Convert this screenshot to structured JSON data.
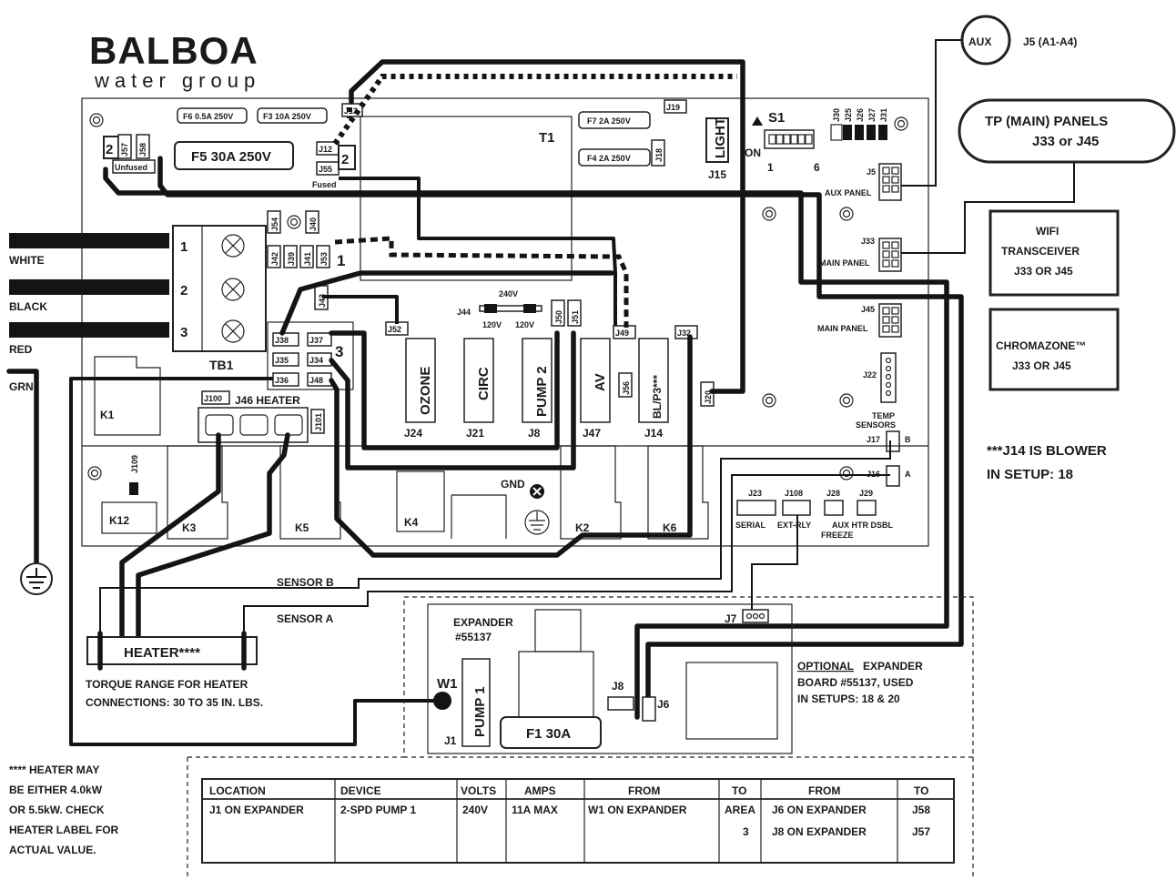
{
  "logo": {
    "brand": "BALBOA",
    "tagline": "water group"
  },
  "terminal_block": {
    "label": "TB1",
    "positions": [
      "1",
      "2",
      "3"
    ],
    "wires": [
      "WHITE",
      "BLACK",
      "RED",
      "GRN"
    ]
  },
  "fuses": {
    "f6": "F6 0.5A 250V",
    "f3": "F3 10A 250V",
    "f5": "F5 30A 250V",
    "f7": "F7 2A 250V",
    "f4": "F4 2A 250V"
  },
  "connectors": {
    "j13": "J13",
    "j12": "J12",
    "j55": "J55",
    "j57": "J57",
    "j58": "J58",
    "j19": "J19",
    "j18": "J18",
    "j15": "J15",
    "light": "LIGHT",
    "j54": "J54",
    "j40": "J40",
    "j42": "J42",
    "j39": "J39",
    "j41": "J41",
    "j53": "J53",
    "j43": "J43",
    "j52": "J52",
    "j44": "J44",
    "j49": "J49",
    "j50": "J50",
    "j51": "J51",
    "j56": "J56",
    "j32": "J32",
    "j20": "J20",
    "j38": "J38",
    "j37": "J37",
    "j35": "J35",
    "j34": "J34",
    "j36": "J36",
    "j48": "J48",
    "j100": "J100",
    "j101": "J101",
    "j109": "J109",
    "j30": "J30",
    "j25": "J25",
    "j26": "J26",
    "j27": "J27",
    "j31": "J31",
    "j5": "J5",
    "j33": "J33",
    "j45": "J45",
    "j22": "J22",
    "j17": "J17",
    "j16": "J16",
    "j23": "J23",
    "j108": "J108",
    "j28": "J28",
    "j29": "J29"
  },
  "labels": {
    "unfused": "Unfused",
    "fused": "Fused",
    "num2": "2",
    "num1": "1",
    "num3": "3",
    "t1": "T1",
    "s1": "S1",
    "on": "ON",
    "s1_1": "1",
    "s1_6": "6",
    "v240": "240V",
    "v120a": "120V",
    "v120b": "120V",
    "j46_heater": "J46 HEATER",
    "aux_panel": "AUX PANEL",
    "main_panel_a": "MAIN PANEL",
    "main_panel_b": "MAIN PANEL",
    "temp_sensors": "TEMP SENSORS",
    "b": "B",
    "a": "A",
    "serial": "SERIAL",
    "ext_rly": "EXT-RLY",
    "aux_htr_dsbl": "AUX  HTR DSBL",
    "freeze": "FREEZE",
    "gnd": "GND",
    "sensor_b": "SENSOR B",
    "sensor_a": "SENSOR A",
    "heater": "HEATER****",
    "torque_1": "TORQUE RANGE FOR HEATER",
    "torque_2": "CONNECTIONS: 30 TO 35 IN. LBS."
  },
  "relays": [
    "K1",
    "K12",
    "K3",
    "K5",
    "K4",
    "K2",
    "K6"
  ],
  "devices": [
    {
      "name": "OZONE",
      "conn": "J24"
    },
    {
      "name": "CIRC",
      "conn": "J21"
    },
    {
      "name": "PUMP 2",
      "conn": "J8"
    },
    {
      "name": "AV",
      "conn": "J47"
    },
    {
      "name": "BL/P3***",
      "conn": "J14"
    }
  ],
  "aux_callout": {
    "circle": "AUX",
    "label": "J5 (A1-A4)"
  },
  "tp_panels": {
    "line1": "TP (MAIN) PANELS",
    "line2": "J33 or J45"
  },
  "wifi": {
    "line1": "WIFI",
    "line2": "TRANSCEIVER",
    "line3": "J33 OR J45"
  },
  "chromazone": {
    "line1": "CHROMAZONE™",
    "line2": "J33 OR J45"
  },
  "blower_note": {
    "line1": "***J14 IS BLOWER",
    "line2": "IN SETUP:  18"
  },
  "expander": {
    "title_1": "EXPANDER",
    "title_2": "#55137",
    "j7": "J7",
    "j8": "J8",
    "j6": "J6",
    "j1": "J1",
    "w1": "W1",
    "pump": "PUMP 1",
    "fuse": "F1 30A"
  },
  "optional_note": {
    "line1a": "OPTIONAL",
    "line1b": " EXPANDER",
    "line2": "BOARD #55137, USED",
    "line3": "IN SETUPS: 18 & 20"
  },
  "heater_note": [
    "**** HEATER MAY",
    "BE EITHER 4.0kW",
    "OR 5.5kW.  CHECK",
    "HEATER LABEL FOR",
    "ACTUAL VALUE."
  ],
  "table": {
    "headers": [
      "LOCATION",
      "DEVICE",
      "VOLTS",
      "AMPS",
      "FROM",
      "TO",
      "FROM",
      "TO"
    ],
    "rows": [
      [
        "J1 ON EXPANDER",
        "2-SPD PUMP 1",
        "240V",
        "11A MAX",
        "W1 ON EXPANDER",
        "AREA",
        "J6 ON EXPANDER",
        "J58"
      ],
      [
        "",
        "",
        "",
        "",
        "",
        "3",
        "J8 ON EXPANDER",
        "J57"
      ]
    ]
  }
}
